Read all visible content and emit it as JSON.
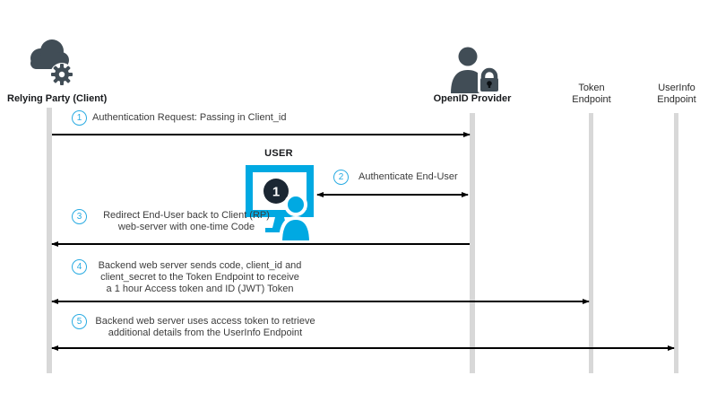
{
  "diagram": {
    "actors": {
      "rp": {
        "label": "Relying Party (Client)",
        "icon": "cloud-gear-icon"
      },
      "op": {
        "label": "OpenID Provider",
        "icon": "person-lock-icon"
      },
      "token": {
        "line1": "Token",
        "line2": "Endpoint"
      },
      "userinfo": {
        "line1": "UserInfo",
        "line2": "Endpoint"
      }
    },
    "user": {
      "label": "USER",
      "badge": "1",
      "icon": "monitor-user-icon"
    },
    "steps": {
      "s1": {
        "num": "1",
        "lines": [
          "Authentication Request: Passing in Client_id"
        ]
      },
      "s2": {
        "num": "2",
        "lines": [
          "Authenticate End-User"
        ]
      },
      "s3": {
        "num": "3",
        "lines": [
          "Redirect End-User back to Client (RP)",
          "web-server with one-time Code"
        ]
      },
      "s4": {
        "num": "4",
        "lines": [
          "Backend web server sends code, client_id and",
          "client_secret to the Token Endpoint to receive",
          "a 1 hour Access token and ID (JWT) Token"
        ]
      },
      "s5": {
        "num": "5",
        "lines": [
          "Backend web server uses access token to retrieve",
          "additional details from the UserInfo Endpoint"
        ]
      }
    },
    "colors": {
      "accent_cyan": "#29abe2",
      "monitor_cyan": "#00a9e2",
      "icon_dark": "#414d56",
      "badge_dark": "#1b2733",
      "lifeline_gray": "#d8d8d8",
      "arrow_black": "#000000"
    }
  }
}
